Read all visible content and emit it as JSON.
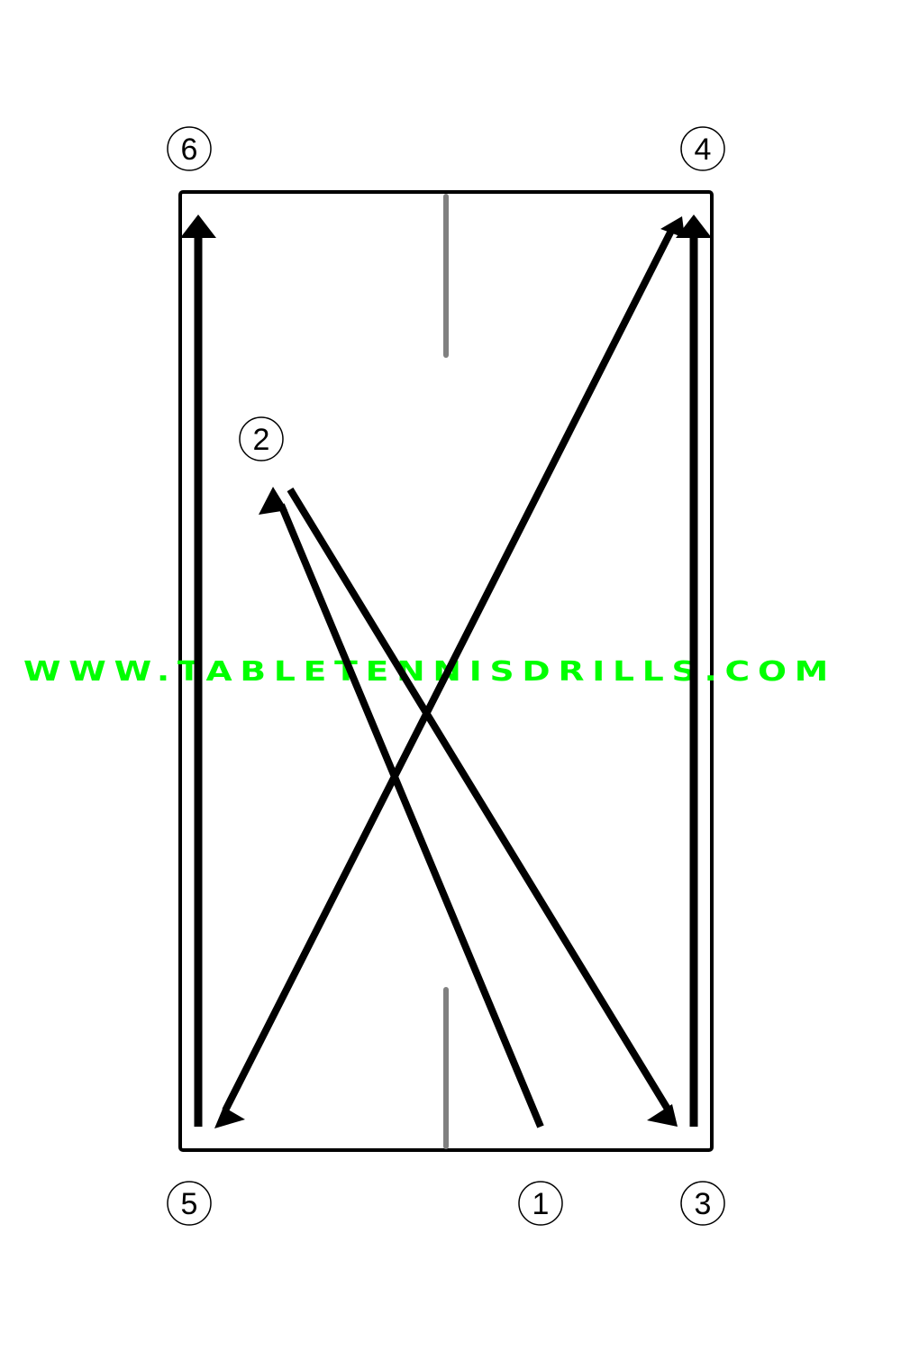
{
  "watermark": {
    "text": "WWW.TABLETENNISDRILLS.COM",
    "color": "#00ff00"
  },
  "colors": {
    "table_border": "#000000",
    "center_line": "#808080",
    "arrow": "#000000",
    "marker_ring": "#000000",
    "background": "#ffffff"
  },
  "markers": [
    {
      "id": "1",
      "label": "1"
    },
    {
      "id": "2",
      "label": "2"
    },
    {
      "id": "3",
      "label": "3"
    },
    {
      "id": "4",
      "label": "4"
    },
    {
      "id": "5",
      "label": "5"
    },
    {
      "id": "6",
      "label": "6"
    }
  ],
  "shots": [
    {
      "from": "1",
      "to": "2"
    },
    {
      "from": "2",
      "to": "3"
    },
    {
      "from": "3",
      "to": "4"
    },
    {
      "from": "4",
      "to": "5"
    },
    {
      "from": "5",
      "to": "6"
    }
  ]
}
